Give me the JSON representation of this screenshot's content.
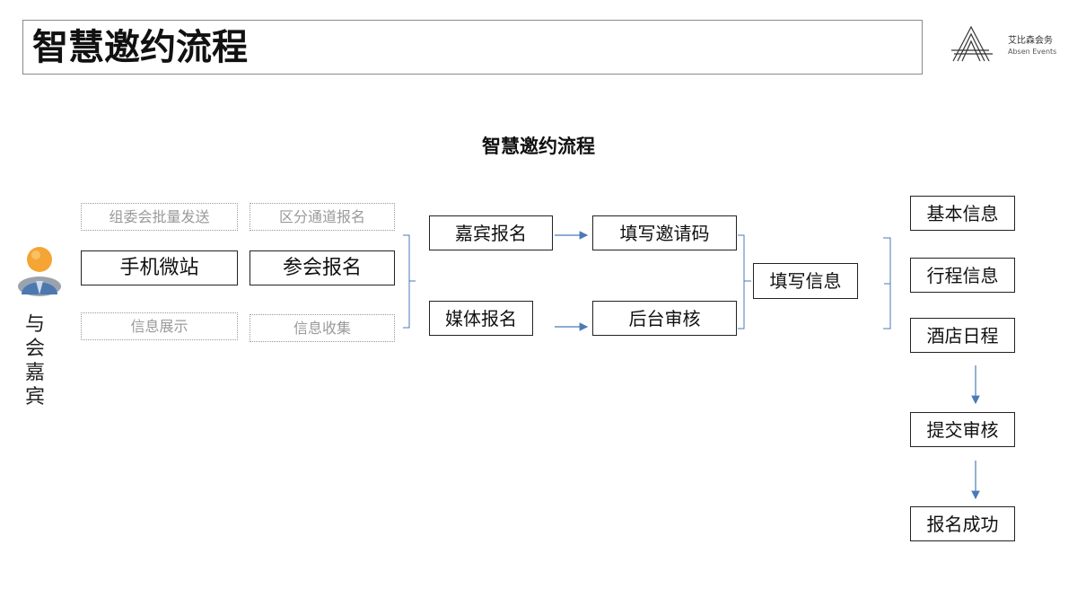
{
  "header": {
    "title": "智慧邀约流程",
    "logo_cn": "艾比森会务",
    "logo_en": "Absen Events"
  },
  "diagram": {
    "title": "智慧邀约流程",
    "actor_label": "与\n会\n嘉\n宾",
    "channels": {
      "top_left": "组委会批量发送",
      "top_right": "区分通道报名",
      "main_left": "手机微站",
      "main_right": "参会报名",
      "bottom_left": "信息展示",
      "bottom_right": "信息收集"
    },
    "routes": {
      "guest": "嘉宾报名",
      "media": "媒体报名",
      "invite_code": "填写邀请码",
      "backend_review": "后台审核"
    },
    "fill_info": "填写信息",
    "info_items": [
      "基本信息",
      "行程信息",
      "酒店日程"
    ],
    "steps": [
      "提交审核",
      "报名成功"
    ]
  },
  "colors": {
    "arrow": "#4a7ab8",
    "box_border": "#222222",
    "dotted_border": "#9a9a9a",
    "avatar_body": "#4b79b0",
    "avatar_head": "#f4a534"
  }
}
